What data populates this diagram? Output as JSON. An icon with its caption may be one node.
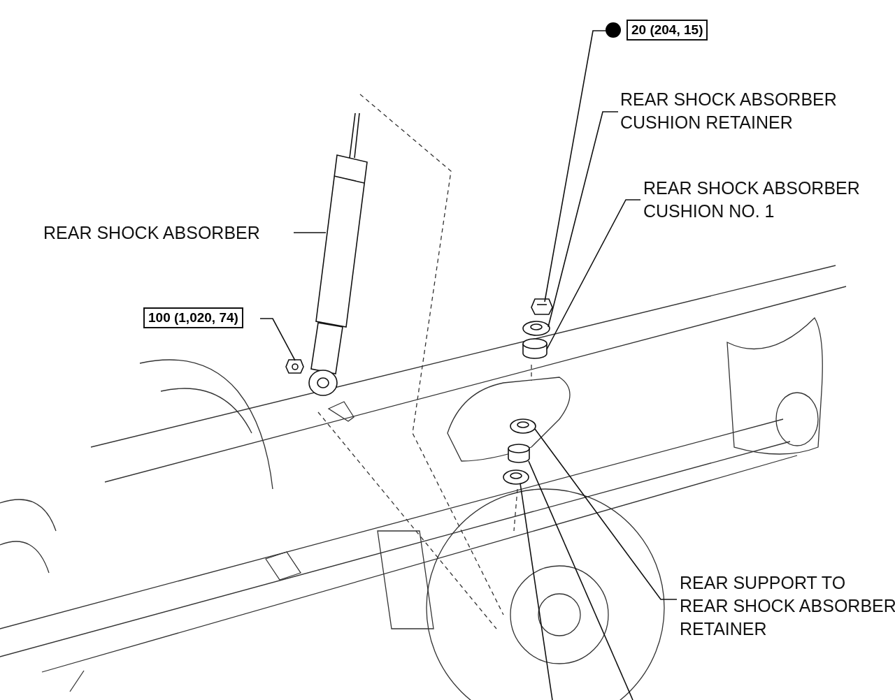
{
  "diagram": {
    "nodes": [
      {
        "text": [
          "20 (204, 15)"
        ]
      },
      {
        "text": [
          "REAR SHOCK ABSORBER CUSHION RETAINER"
        ]
      },
      {
        "text": [
          "REAR SHOCK ABSORBER CUSHION NO. 1"
        ]
      },
      {
        "text": [
          "REAR SHOCK ABSORBER"
        ]
      },
      {
        "text": [
          "100 (1,020, 74)"
        ]
      },
      {
        "text": [
          "REAR SUPPORT TO REAR SHOCK ABSORBER RETAINER"
        ]
      },
      {
        "text": [],
        "shape": "picture"
      },
      {
        "text": [],
        "shape": "picture"
      },
      {
        "text": [],
        "shape": "cylinder"
      },
      {
        "text": [],
        "shape": "picture"
      },
      {
        "text": [],
        "shape": "picture"
      },
      {
        "text": [],
        "shape": "picture"
      },
      {
        "text": [],
        "shape": "cylinder"
      },
      {
        "text": [],
        "shape": "picture"
      }
    ],
    "edges": [
      {
        "from": 0,
        "to": 6,
        "arrow": "none"
      },
      {
        "from": 1,
        "to": 7,
        "arrow": "none"
      },
      {
        "from": 2,
        "to": 8,
        "arrow": "none"
      },
      {
        "from": 3,
        "to": 9,
        "arrow": "none"
      },
      {
        "from": 4,
        "to": 10,
        "arrow": "none"
      },
      {
        "from": 5,
        "to": 11,
        "arrow": "none"
      },
      {
        "from": null,
        "to": 12,
        "arrow": "none"
      },
      {
        "from": null,
        "to": 13,
        "arrow": "none"
      }
    ]
  }
}
